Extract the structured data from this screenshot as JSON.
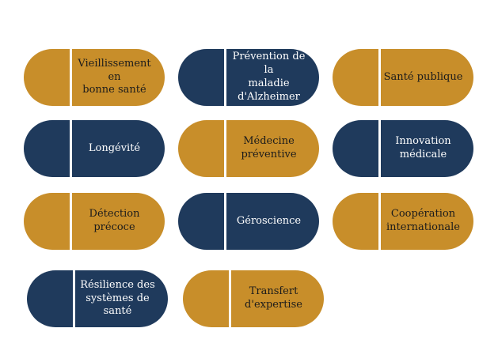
{
  "colors": {
    "gold": "#c88e2a",
    "navy": "#1f3a5c",
    "divider": "#ffffff"
  },
  "pills": [
    {
      "label": "Vieillissement en\nbonne santé",
      "color": "gold"
    },
    {
      "label": "Prévention de la\nmaladie\nd'Alzheimer",
      "color": "navy"
    },
    {
      "label": "Santé publique",
      "color": "gold"
    },
    {
      "label": "Longévité",
      "color": "navy"
    },
    {
      "label": "Médecine\npréventive",
      "color": "gold"
    },
    {
      "label": "Innovation\nmédicale",
      "color": "navy"
    },
    {
      "label": "Détection\nprécoce",
      "color": "gold"
    },
    {
      "label": "Géroscience",
      "color": "navy"
    },
    {
      "label": "Coopération\ninternationale",
      "color": "gold"
    },
    {
      "label": "Résilience des\nsystèmes de\nsanté",
      "color": "navy"
    },
    {
      "label": "Transfert\nd'expertise",
      "color": "gold"
    }
  ]
}
